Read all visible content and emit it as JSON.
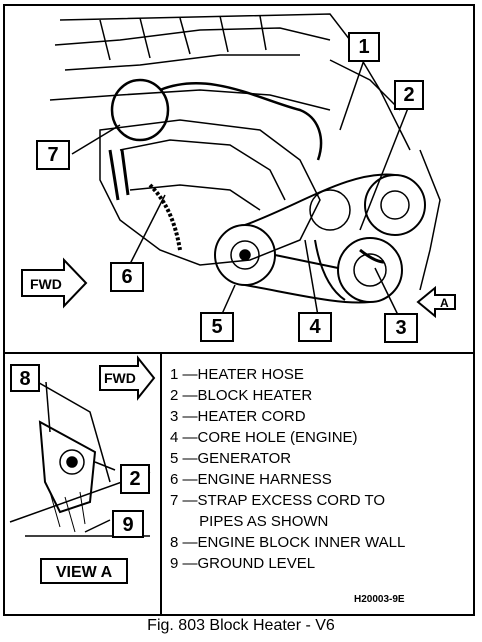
{
  "callouts": {
    "c1": "1",
    "c2": "2",
    "c3": "3",
    "c4": "4",
    "c5": "5",
    "c6": "6",
    "c7": "7",
    "c8": "8",
    "c9": "9",
    "c2b": "2"
  },
  "fwd_labels": {
    "main": "FWD",
    "view": "FWD"
  },
  "legend": [
    "1 —HEATER HOSE",
    "2 —BLOCK HEATER",
    "3 —HEATER CORD",
    "4 —CORE HOLE (ENGINE)",
    "5 —GENERATOR",
    "6 —ENGINE HARNESS",
    "7 —STRAP EXCESS CORD TO",
    "       PIPES AS SHOWN",
    "8 —ENGINE BLOCK INNER WALL",
    "9 —GROUND LEVEL"
  ],
  "view_label": "VIEW  A",
  "drawing_code": "H20003-9E",
  "caption": "Fig. 803 Block Heater - V6"
}
